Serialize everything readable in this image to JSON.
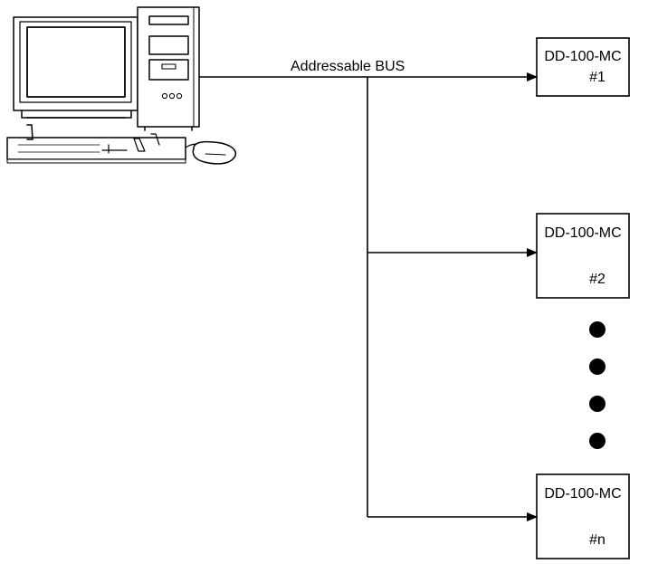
{
  "bus": {
    "label": "Addressable BUS"
  },
  "host": {
    "icon": "desktop-computer-icon"
  },
  "devices": [
    {
      "model": "DD-100-MC",
      "number": "#1"
    },
    {
      "model": "DD-100-MC",
      "number": "#2"
    },
    {
      "model": "DD-100-MC",
      "number": "#n"
    }
  ],
  "ellipsis": {
    "dot_count": 4,
    "color": "#000000"
  },
  "colors": {
    "line": "#000000",
    "background": "#ffffff"
  }
}
